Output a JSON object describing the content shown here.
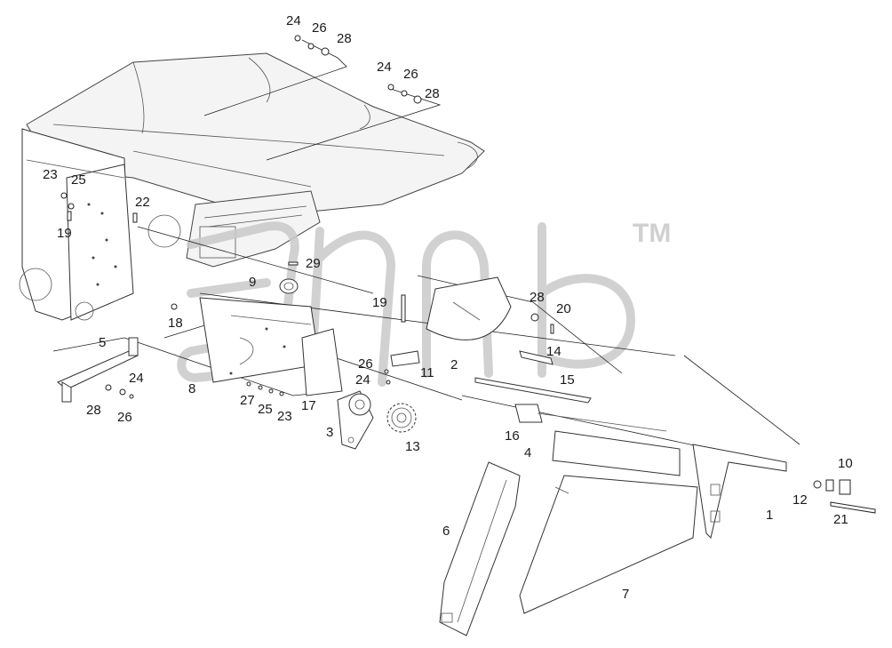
{
  "diagram": {
    "watermark": {
      "mark": "TM"
    },
    "callouts": [
      {
        "id": "c1",
        "label": "1"
      },
      {
        "id": "c2",
        "label": "2"
      },
      {
        "id": "c3",
        "label": "3"
      },
      {
        "id": "c4",
        "label": "4"
      },
      {
        "id": "c5",
        "label": "5"
      },
      {
        "id": "c6",
        "label": "6"
      },
      {
        "id": "c7",
        "label": "7"
      },
      {
        "id": "c8",
        "label": "8"
      },
      {
        "id": "c9",
        "label": "9"
      },
      {
        "id": "c10",
        "label": "10"
      },
      {
        "id": "c11",
        "label": "11"
      },
      {
        "id": "c12",
        "label": "12"
      },
      {
        "id": "c13",
        "label": "13"
      },
      {
        "id": "c14",
        "label": "14"
      },
      {
        "id": "c15",
        "label": "15"
      },
      {
        "id": "c16",
        "label": "16"
      },
      {
        "id": "c17",
        "label": "17"
      },
      {
        "id": "c18",
        "label": "18"
      },
      {
        "id": "c19a",
        "label": "19"
      },
      {
        "id": "c19b",
        "label": "19"
      },
      {
        "id": "c20",
        "label": "20"
      },
      {
        "id": "c21",
        "label": "21"
      },
      {
        "id": "c22",
        "label": "22"
      },
      {
        "id": "c23a",
        "label": "23"
      },
      {
        "id": "c23b",
        "label": "23"
      },
      {
        "id": "c24a",
        "label": "24"
      },
      {
        "id": "c24b",
        "label": "24"
      },
      {
        "id": "c24c",
        "label": "24"
      },
      {
        "id": "c24d",
        "label": "24"
      },
      {
        "id": "c25a",
        "label": "25"
      },
      {
        "id": "c25b",
        "label": "25"
      },
      {
        "id": "c26a",
        "label": "26"
      },
      {
        "id": "c26b",
        "label": "26"
      },
      {
        "id": "c26c",
        "label": "26"
      },
      {
        "id": "c26d",
        "label": "26"
      },
      {
        "id": "c27",
        "label": "27"
      },
      {
        "id": "c28a",
        "label": "28"
      },
      {
        "id": "c28b",
        "label": "28"
      },
      {
        "id": "c28c",
        "label": "28"
      },
      {
        "id": "c28d",
        "label": "28"
      },
      {
        "id": "c29",
        "label": "29"
      }
    ]
  }
}
